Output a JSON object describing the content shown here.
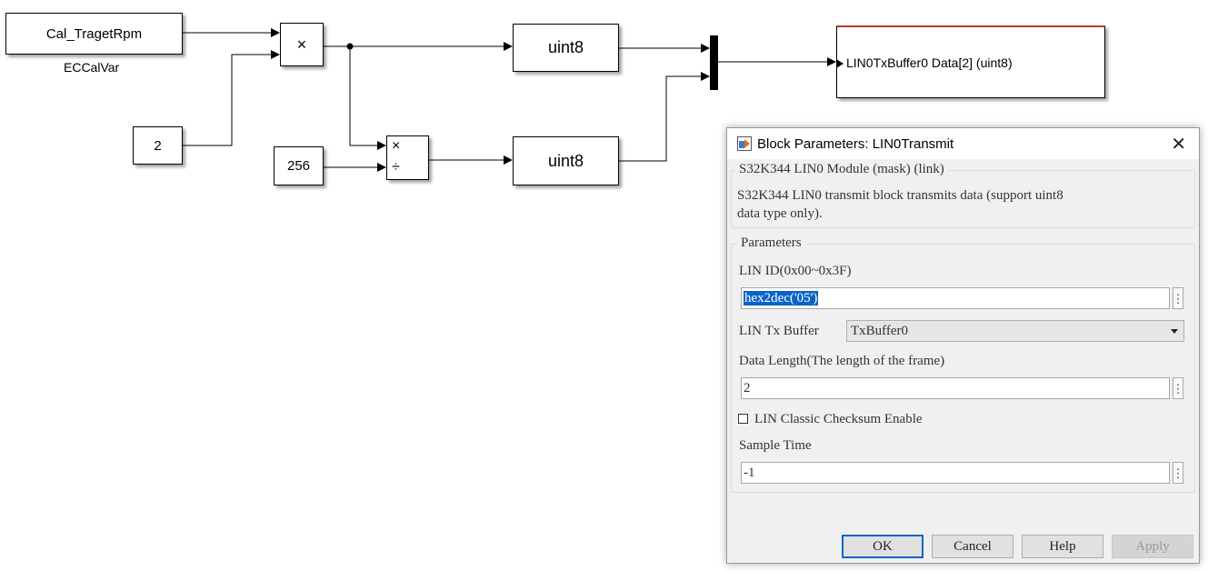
{
  "diagram": {
    "blocks": {
      "cal_traget_rpm": "Cal_TragetRpm",
      "cal_traget_rpm_sublabel": "ECCalVar",
      "const_2": "2",
      "const_256": "256",
      "product_sign": "×",
      "divide_mult_sign": "×",
      "divide_div_sign": "÷",
      "convert_top": "uint8",
      "convert_bottom": "uint8",
      "lin_transmit": "LIN0TxBuffer0 Data[2] (uint8)"
    }
  },
  "dialog": {
    "title": "Block Parameters: LIN0Transmit",
    "close_glyph": "✕",
    "mask_group_title": "S32K344 LIN0 Module (mask) (link)",
    "mask_description_line1": "S32K344 LIN0 transmit block transmits data (support uint8",
    "mask_description_line2": "data type only).",
    "params_group_title": "Parameters",
    "lin_id_label": "LIN ID(0x00~0x3F)",
    "lin_id_value": "hex2dec('05')",
    "tx_buffer_label": "LIN Tx Buffer",
    "tx_buffer_value": "TxBuffer0",
    "data_length_label": "Data Length(The length of the frame)",
    "data_length_value": "2",
    "checksum_label": "LIN Classic Checksum Enable",
    "checksum_checked": false,
    "sample_time_label": "Sample Time",
    "sample_time_value": "-1",
    "kebab_glyph": "⋮",
    "buttons": {
      "ok": "OK",
      "cancel": "Cancel",
      "help": "Help",
      "apply": "Apply"
    }
  },
  "colors": {
    "selection": "#0a64c9",
    "dialog_bg": "#f0f0f0",
    "lin_block_top_border": "#c0392b"
  }
}
